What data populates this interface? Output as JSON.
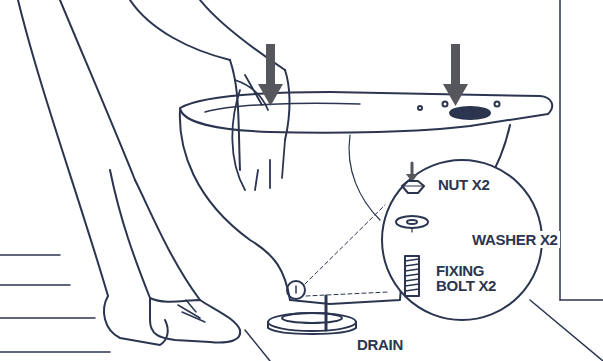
{
  "diagram": {
    "labels": [
      "NUT X2",
      "WASHER X2",
      "FIXING BOLT X2",
      "DRAIN"
    ]
  }
}
